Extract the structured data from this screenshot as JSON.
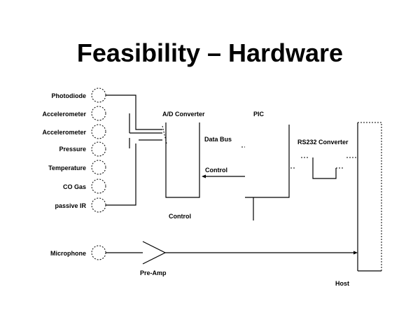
{
  "title": "Feasibility – Hardware",
  "sensors": [
    {
      "label": "Photodiode"
    },
    {
      "label": "Accelerometer"
    },
    {
      "label": "Accelerometer"
    },
    {
      "label": "Pressure"
    },
    {
      "label": "Temperature"
    },
    {
      "label": "CO Gas"
    },
    {
      "label": "passive IR"
    }
  ],
  "microphone": "Microphone",
  "blocks": {
    "adc": "A/D Converter",
    "pic": "PIC",
    "rs232": "RS232 Converter",
    "preamp": "Pre-Amp",
    "host": "Host"
  },
  "signals": {
    "data_bus": "Data Bus",
    "control_pic": "Control",
    "control_bottom": "Control"
  }
}
